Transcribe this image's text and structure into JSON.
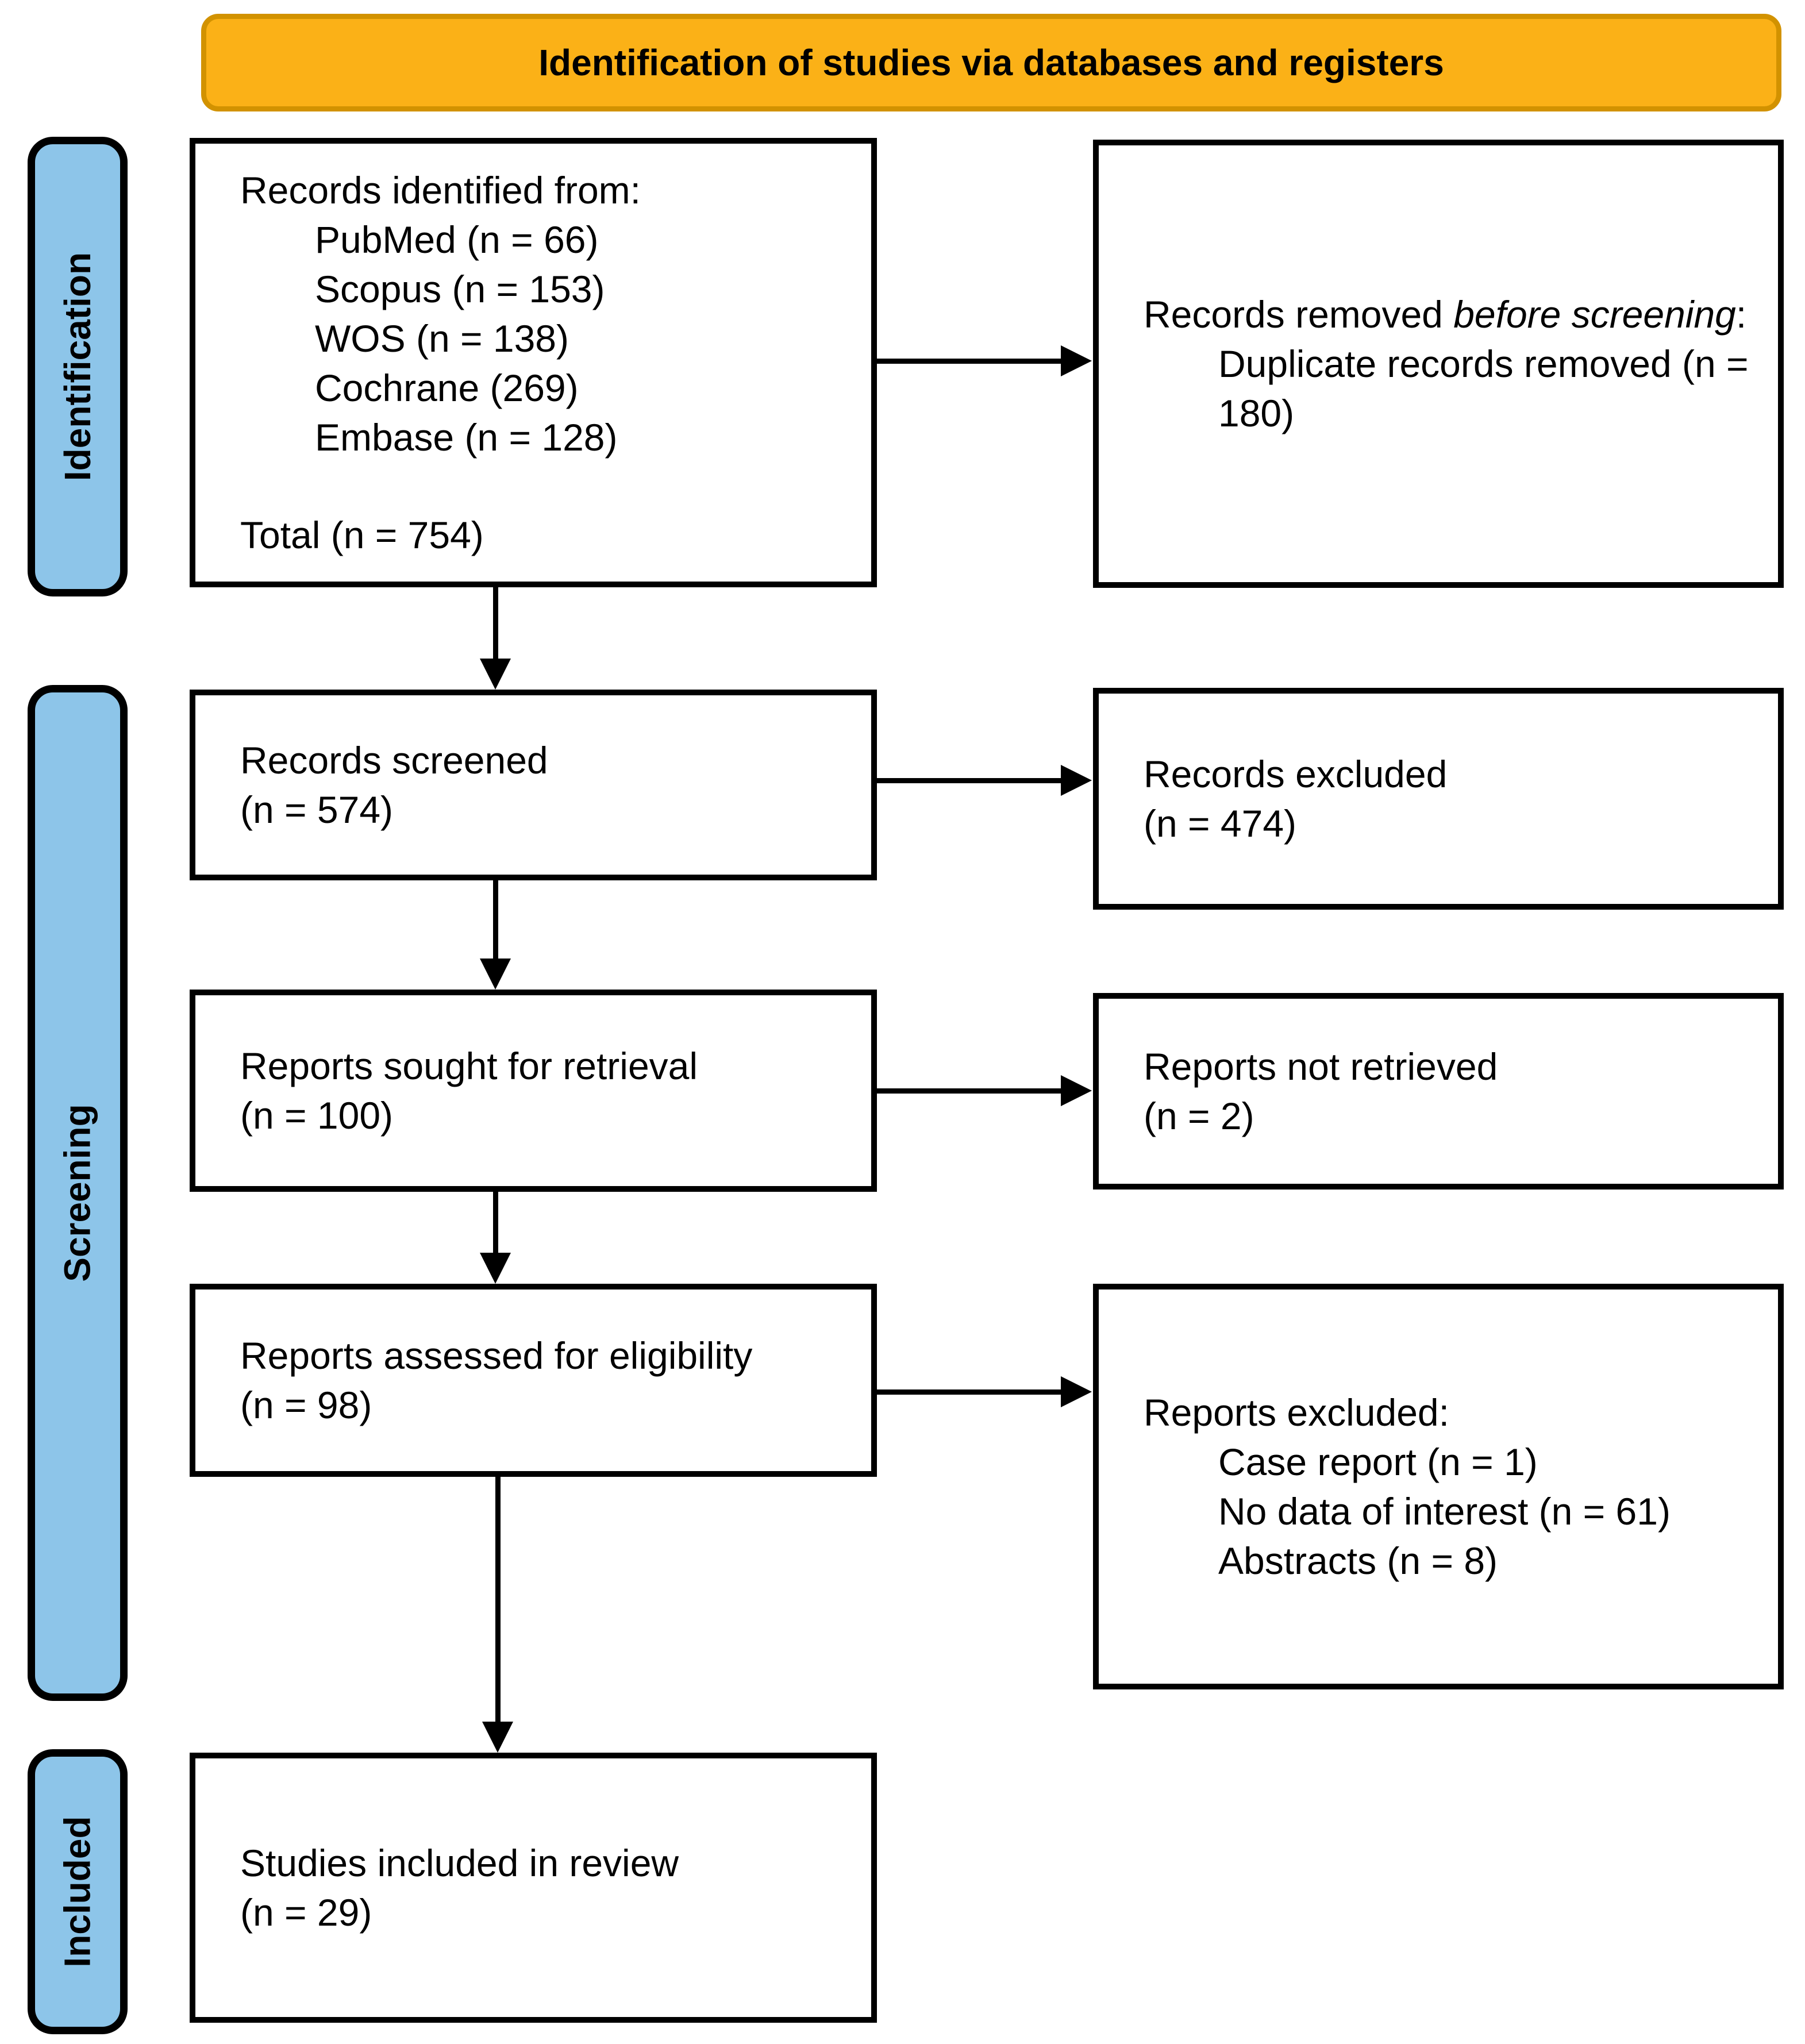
{
  "banner": {
    "title": "Identification of studies via databases and registers"
  },
  "stages": {
    "identification": "Identification",
    "screening": "Screening",
    "included": "Included"
  },
  "boxes": {
    "identified": {
      "heading": "Records identified from:",
      "items": [
        "PubMed (n = 66)",
        "Scopus (n = 153)",
        "WOS (n = 138)",
        "Cochrane (269)",
        "Embase (n = 128)"
      ],
      "total": "Total (n = 754)"
    },
    "removed": {
      "prefix": "Records removed ",
      "italic": "before screening",
      "suffix": ":",
      "items": [
        "Duplicate records removed (n = 180)"
      ]
    },
    "screened": {
      "line1": "Records screened",
      "line2": "(n = 574)"
    },
    "records_excluded": {
      "line1": "Records excluded",
      "line2": "(n = 474)"
    },
    "sought": {
      "line1": "Reports sought for retrieval",
      "line2": "(n = 100)"
    },
    "not_retrieved": {
      "line1": "Reports not retrieved",
      "line2": "(n = 2)"
    },
    "assessed": {
      "line1": "Reports assessed for eligibility",
      "line2": "(n = 98)"
    },
    "reports_excluded": {
      "heading": "Reports excluded:",
      "items": [
        "Case report (n = 1)",
        "No data of interest (n = 61)",
        "Abstracts (n = 8)"
      ]
    },
    "included_studies": {
      "line1": "Studies included in review",
      "line2": "(n = 29)"
    }
  },
  "colors": {
    "banner_fill": "#FBB117",
    "banner_border": "#D29200",
    "stage_fill": "#8DC5E9",
    "line_color": "#000000",
    "box_bg": "#FFFFFF"
  }
}
